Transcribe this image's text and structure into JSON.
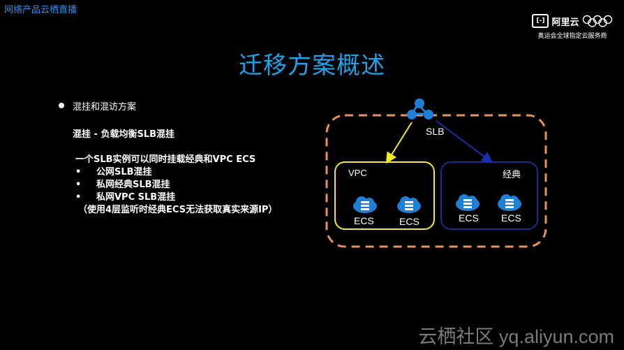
{
  "header": {
    "channel_name": "网络产品云栖直播",
    "brand_name": "阿里云",
    "brand_tagline": "奥运会全球指定云服务商"
  },
  "slide": {
    "title": "迁移方案概述",
    "bullet": "混挂和混访方案",
    "subtitle": "混挂 - 负载均衡SLB混挂",
    "description": "一个SLB实例可以同时挂载经典和VPC ECS",
    "items": [
      {
        "marker": "•",
        "text": "公网SLB混挂"
      },
      {
        "marker": "•",
        "text": "私网经典SLB混挂"
      },
      {
        "marker": "•",
        "text": "私网VPC SLB混挂"
      }
    ],
    "note": "（使用4层监听时经典ECS无法获取真实来源IP）"
  },
  "diagram": {
    "slb_label": "SLB",
    "vpc_label": "VPC",
    "classic_label": "经典",
    "vpc_instances": [
      "ECS",
      "ECS"
    ],
    "classic_instances": [
      "ECS",
      "ECS"
    ],
    "colors": {
      "outer_border": "#e8935a",
      "vpc_border": "#f2ea2a",
      "classic_border": "#1a2d8c",
      "vpc_arrow": "#f2ea2a",
      "classic_arrow": "#1a2db0",
      "node_icon": "#1e7fd6"
    }
  },
  "footer": {
    "watermark": "云栖社区 yq.aliyun.com"
  }
}
